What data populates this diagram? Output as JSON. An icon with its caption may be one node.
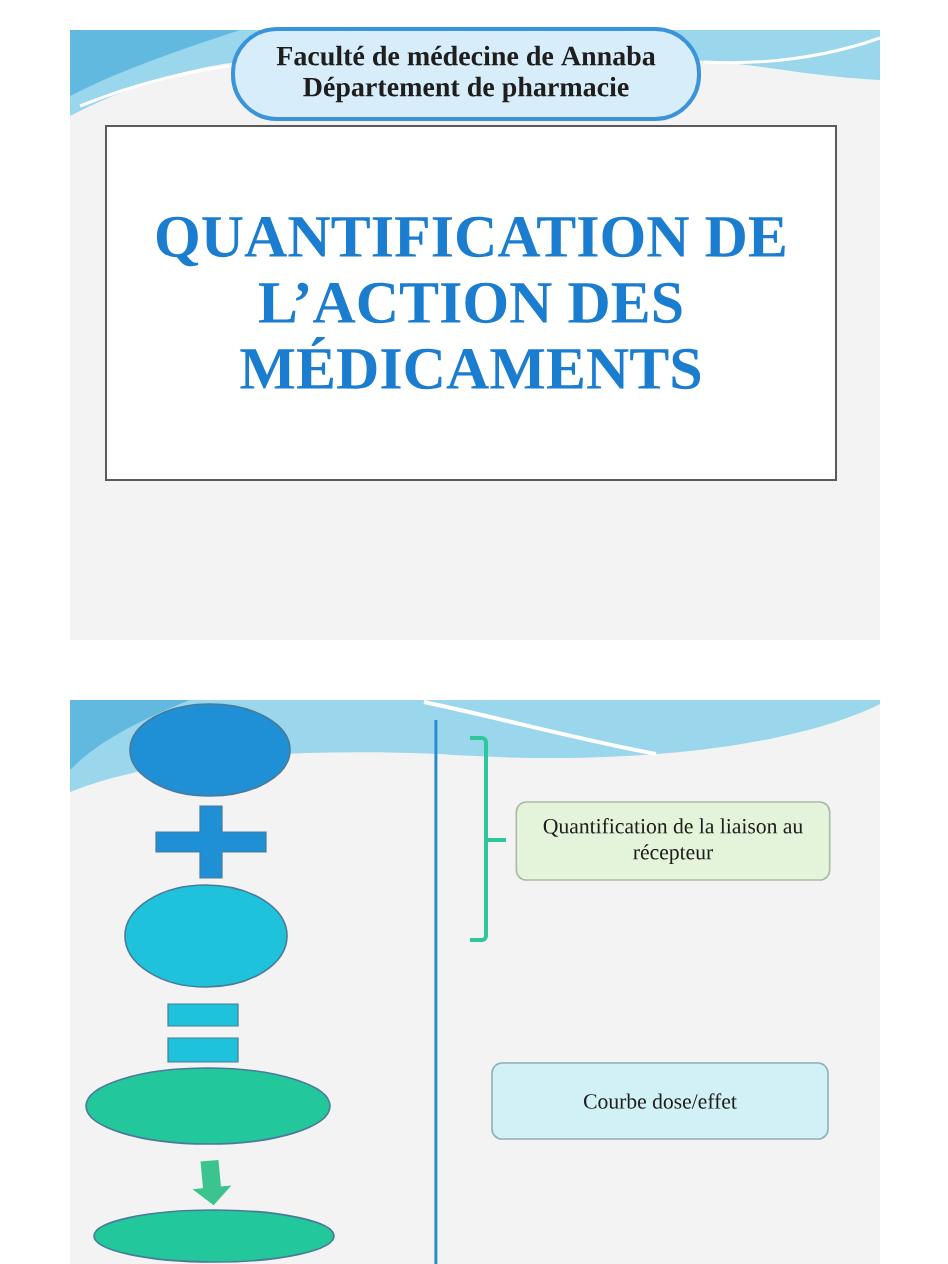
{
  "diagram": {
    "nodes": [
      {
        "text": [
          "Faculté de médecine de Annaba",
          "Département de pharmacie"
        ]
      },
      {
        "text": [
          "QUANTIFICATION DE L’ACTION DES MÉDICAMENTS"
        ]
      },
      {
        "text": [],
        "shape": "ellipse"
      },
      {
        "text": [],
        "shape": "ellipse"
      },
      {
        "text": [],
        "shape": "ellipse"
      },
      {
        "text": [],
        "shape": "ellipse"
      },
      {
        "text": [
          "Quantification de la liaison au récepteur"
        ]
      },
      {
        "text": [
          "Courbe dose/effet"
        ]
      }
    ],
    "edges": [
      {
        "from": 4,
        "to": 5,
        "arrow": "to",
        "color": "#3cc48e"
      }
    ]
  }
}
